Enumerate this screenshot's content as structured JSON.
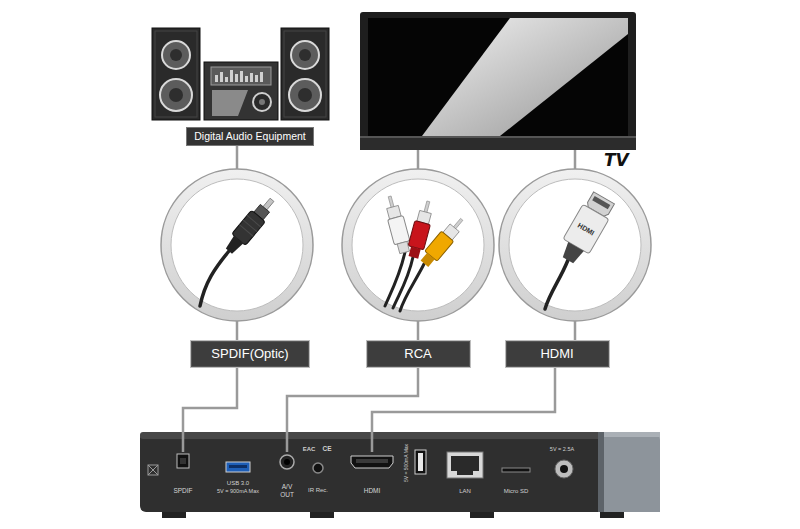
{
  "diagram": {
    "nodes": [
      {
        "text": [
          "Digital Audio Equipment"
        ]
      },
      {
        "text": [
          "TV"
        ]
      },
      {
        "text": [
          "SPDIF(Optic)"
        ]
      },
      {
        "text": [
          "RCA"
        ]
      },
      {
        "text": [
          "HDMI"
        ]
      },
      {
        "text": [
          "SPDIF"
        ]
      },
      {
        "text": [
          "A/V OUT"
        ]
      },
      {
        "text": [
          "HDMI"
        ]
      }
    ],
    "edges": [
      {
        "from": 0,
        "to": 2,
        "arrow": "none"
      },
      {
        "from": 1,
        "to": 3,
        "arrow": "none"
      },
      {
        "from": 1,
        "to": 4,
        "arrow": "none"
      },
      {
        "from": 2,
        "to": 5,
        "arrow": "none"
      },
      {
        "from": 3,
        "to": 6,
        "arrow": "none"
      },
      {
        "from": 4,
        "to": 7,
        "arrow": "none"
      }
    ],
    "labels": [
      "HDMI",
      "USB 3.0",
      "5V = 900mA Max",
      "IR Rec.",
      "EAC",
      "CE",
      "5V = 500mA Max",
      "LAN",
      "Micro SD",
      "5V = 2.5A"
    ]
  }
}
